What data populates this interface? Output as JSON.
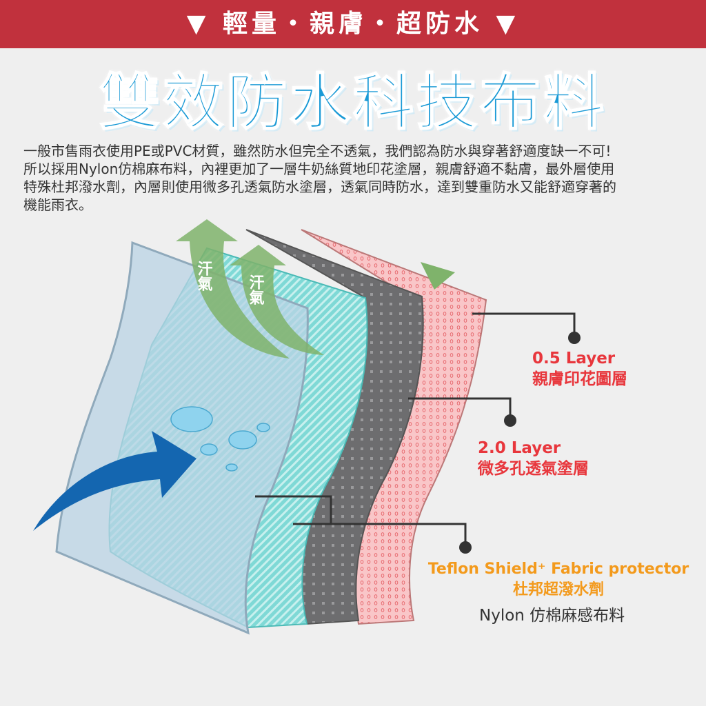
{
  "banner": {
    "text": "▼ 輕量・親膚・超防水 ▼"
  },
  "title": "雙效防水科技布料",
  "description": [
    "一般市售雨衣使用PE或PVC材質，雖然防水但完全不透氣，我們認為防水與穿著舒適度缺一不可!",
    "所以採用Nylon仿棉麻布料，內裡更加了一層牛奶絲質地印花塗層，親膚舒適不黏膚，最外層使用",
    "特殊杜邦潑水劑，內層則使用微多孔透氣防水塗層，透氣同時防水，達到雙重防水又能舒適穿著的",
    "機能雨衣。"
  ],
  "arrows": {
    "sweat_1": "汗氣",
    "sweat_2": "汗氣"
  },
  "labels": {
    "layer1": {
      "title": "0.5 Layer",
      "subtitle": "親膚印花圖層"
    },
    "layer2": {
      "title": "2.0 Layer",
      "subtitle": "微多孔透氣塗層"
    },
    "layer3": {
      "title": "Teflon Shield⁺ Fabric protector",
      "subtitle": "杜邦超潑水劑",
      "base": "Nylon 仿棉麻感布料"
    }
  },
  "colors": {
    "banner": "#c1313d",
    "title": "#1a9ad6",
    "red_label": "#e8363c",
    "orange_label": "#f39a1c"
  }
}
